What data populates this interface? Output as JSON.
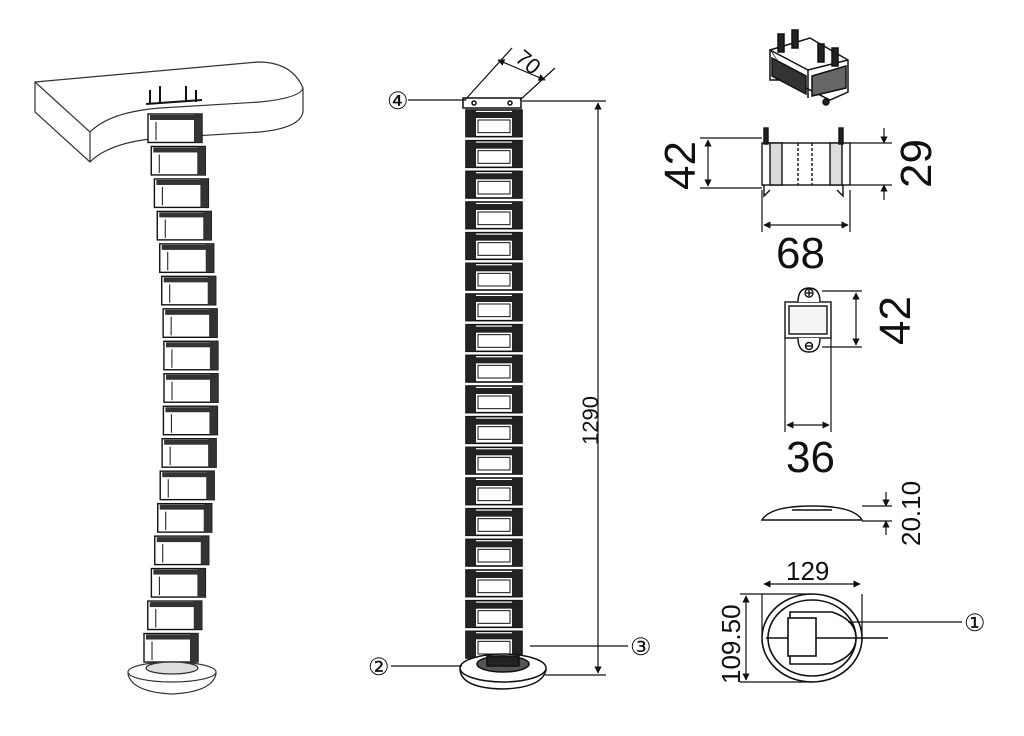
{
  "left_view": {
    "segment_count": 17
  },
  "front_view": {
    "segment_count": 18,
    "dim_top_width": "70",
    "dim_height": "1290",
    "callout_top": "④",
    "callout_base_left": "②",
    "callout_base_right": "③"
  },
  "clip_front": {
    "dim_height_left": "42",
    "dim_height_right": "29",
    "dim_width": "68"
  },
  "clip_side": {
    "dim_height": "42",
    "dim_width": "36"
  },
  "base_side": {
    "dim_thickness": "20.10"
  },
  "base_top": {
    "dim_width": "129",
    "dim_depth": "109.50",
    "callout": "①"
  },
  "colors": {
    "ink": "#111111",
    "panel": "#ffffff",
    "shade": "#888888"
  }
}
